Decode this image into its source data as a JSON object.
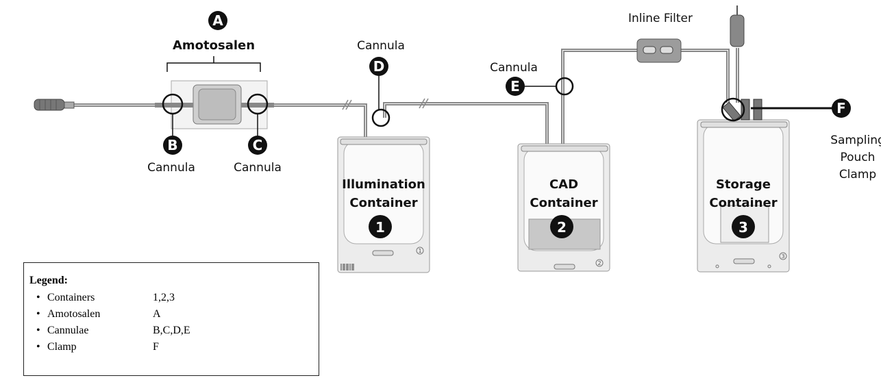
{
  "labels": {
    "amotosalen": "Amotosalen",
    "cannula": "Cannula",
    "inline_filter": "Inline Filter",
    "sampling_line1": "Sampling",
    "sampling_line2": "Pouch",
    "sampling_line3": "Clamp"
  },
  "containers": [
    {
      "line1": "Illumination",
      "line2": "Container",
      "badge": "1"
    },
    {
      "line1": "CAD",
      "line2": "Container",
      "badge": "2"
    },
    {
      "line1": "Storage",
      "line2": "Container",
      "badge": "3"
    }
  ],
  "badges": {
    "a": "A",
    "b": "B",
    "c": "C",
    "d": "D",
    "e": "E",
    "f": "F"
  },
  "small_marks": {
    "c1": "1",
    "c2": "2",
    "c3": "3"
  },
  "legend": {
    "title": "Legend:",
    "bullet": "•",
    "items": [
      {
        "name": "Containers",
        "value": "1,2,3"
      },
      {
        "name": "Amotosalen",
        "value": "A"
      },
      {
        "name": "Cannulae",
        "value": "B,C,D,E"
      },
      {
        "name": "Clamp",
        "value": "F"
      }
    ]
  }
}
